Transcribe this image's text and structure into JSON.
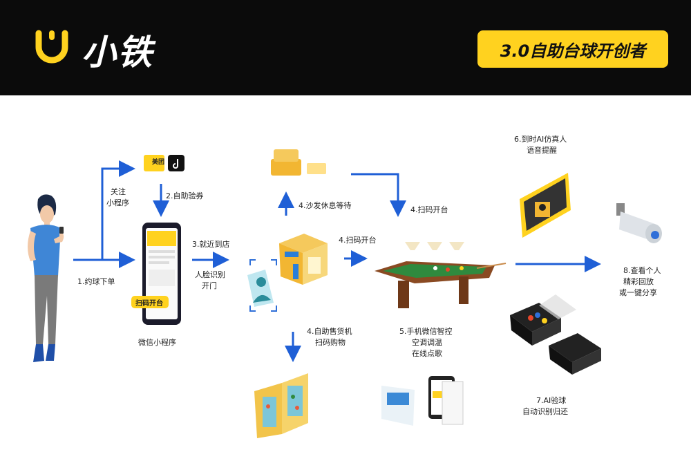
{
  "header": {
    "brand_name": "小铁",
    "badge_text": "3.0自助台球开创者"
  },
  "colors": {
    "header_bg": "#0b0b0b",
    "brand_yellow": "#ffd21f",
    "arrow_blue": "#1f5fd6",
    "table_felt": "#2f8a3e",
    "table_wood": "#8a4a22"
  },
  "icons": {
    "meituan": "美团",
    "tiktok": "tiktok-icon"
  },
  "phone": {
    "button_text": "扫码开台"
  },
  "steps": {
    "step1": "1.约球下单",
    "follow": [
      "关注",
      "小程序"
    ],
    "step2": "2.自助验券",
    "step3": "3.就近到店",
    "face": [
      "人脸识别",
      "开门"
    ],
    "wechat": "微信小程序",
    "sofa": "4.沙发休息等待",
    "scan_center": "4.扫码开台",
    "scan_top": "4.扫码开台",
    "vending": [
      "4.自助售货机",
      "扫码购物"
    ],
    "control": [
      "5.手机微信智控",
      "空调调温",
      "在线点歌"
    ],
    "ai_voice": [
      "6.到时AI仿真人",
      "语音提醒"
    ],
    "ai_ball": [
      "7.AI验球",
      "自动识别归还"
    ],
    "review": [
      "8.查看个人",
      "精彩回放",
      "或一键分享"
    ]
  }
}
